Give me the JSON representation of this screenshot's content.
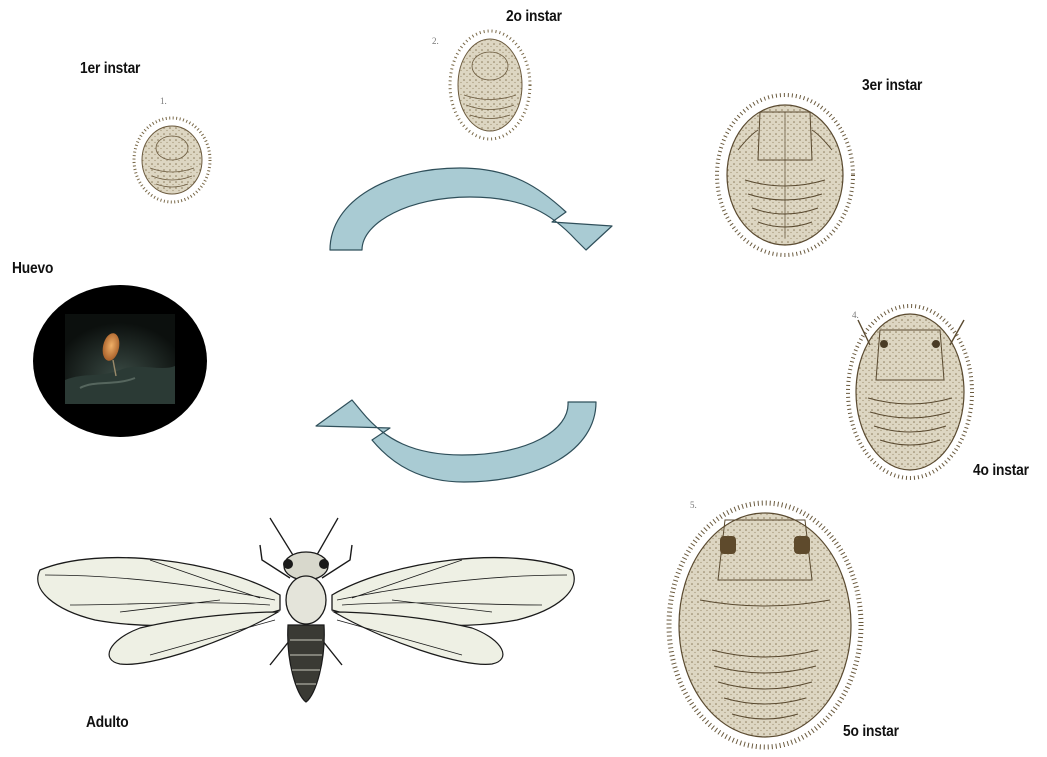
{
  "labels": {
    "huevo": "Huevo",
    "instar1": "1er instar",
    "instar2": "2o instar",
    "instar3": "3er instar",
    "instar4": "4o instar",
    "instar5": "5o instar",
    "adulto": "Adulto"
  },
  "plate_numbers": {
    "n1": "1.",
    "n2": "2.",
    "n4": "4.",
    "n5": "5."
  },
  "colors": {
    "arrow_fill": "#a9cbd3",
    "arrow_stroke": "#2f4f5a",
    "egg_bg": "#000000",
    "nymph_body": "#ddd6c2",
    "nymph_line": "#6b5a3e",
    "wing_fill": "#eef0e4",
    "ink": "#1a1a1a"
  },
  "icons": [
    "curved-arrow-clockwise",
    "curved-arrow-return"
  ]
}
